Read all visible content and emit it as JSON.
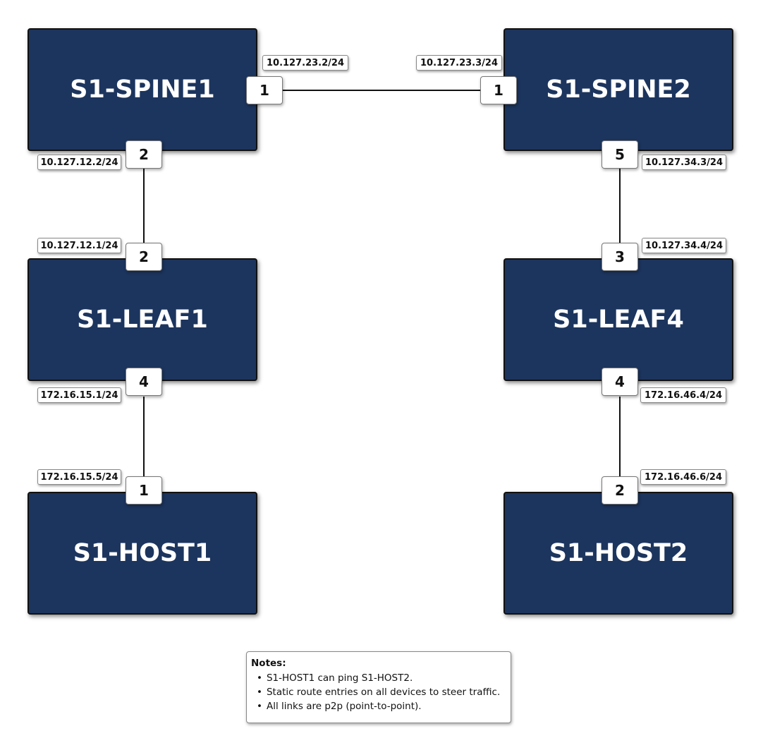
{
  "devices": {
    "spine1": {
      "label": "S1-SPINE1"
    },
    "spine2": {
      "label": "S1-SPINE2"
    },
    "leaf1": {
      "label": "S1-LEAF1"
    },
    "leaf4": {
      "label": "S1-LEAF4"
    },
    "host1": {
      "label": "S1-HOST1"
    },
    "host2": {
      "label": "S1-HOST2"
    }
  },
  "ports": {
    "spine1_p1": "1",
    "spine2_p1": "1",
    "spine1_p2": "2",
    "leaf1_p2": "2",
    "spine2_p5": "5",
    "leaf4_p3": "3",
    "leaf1_p4": "4",
    "host1_p1": "1",
    "leaf4_p4": "4",
    "host2_p2": "2"
  },
  "ips": {
    "spine1_p1": "10.127.23.2/24",
    "spine2_p1": "10.127.23.3/24",
    "spine1_p2": "10.127.12.2/24",
    "leaf1_p2": "10.127.12.1/24",
    "spine2_p5": "10.127.34.3/24",
    "leaf4_p3": "10.127.34.4/24",
    "leaf1_p4": "172.16.15.1/24",
    "host1_p1": "172.16.15.5/24",
    "leaf4_p4": "172.16.46.4/24",
    "host2_p2": "172.16.46.6/24"
  },
  "notes": {
    "title": "Notes:",
    "items": [
      "S1-HOST1 can ping S1-HOST2.",
      "Static route entries on all devices to steer traffic.",
      "All links are p2p (point-to-point)."
    ]
  },
  "colors": {
    "device_fill": "#1c355e",
    "device_text": "#ffffff",
    "link": "#111111"
  }
}
